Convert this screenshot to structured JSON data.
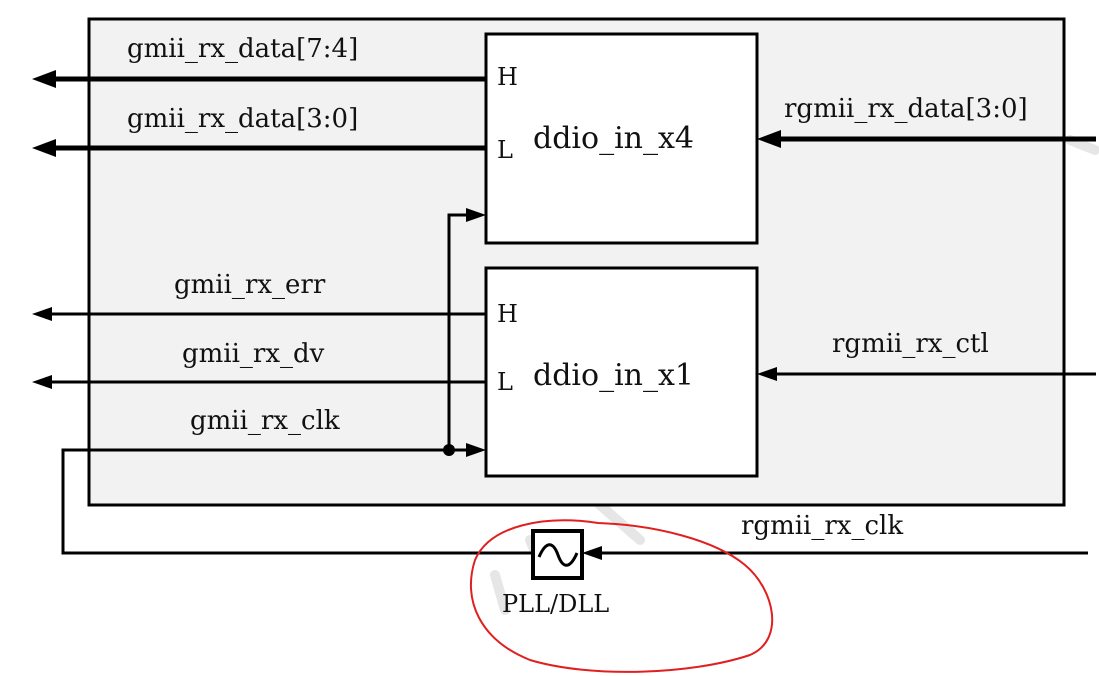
{
  "diagram": {
    "colors": {
      "line": "#000000",
      "module_fill": "#f2f2f2",
      "block_fill": "#ffffff",
      "annotation": "#e02020",
      "watermark": "#e4e4e4"
    },
    "blocks": {
      "ddio_x4": {
        "name": "ddio_in_x4",
        "pin_h": "H",
        "pin_l": "L"
      },
      "ddio_x1": {
        "name": "ddio_in_x1",
        "pin_h": "H",
        "pin_l": "L"
      }
    },
    "signals": {
      "gmii_rx_data_hi": "gmii_rx_data[7:4]",
      "gmii_rx_data_lo": "gmii_rx_data[3:0]",
      "gmii_rx_err": "gmii_rx_err",
      "gmii_rx_dv": "gmii_rx_dv",
      "gmii_rx_clk": "gmii_rx_clk",
      "rgmii_rx_data": "rgmii_rx_data[3:0]",
      "rgmii_rx_ctl": "rgmii_rx_ctl",
      "rgmii_rx_clk": "rgmii_rx_clk"
    },
    "pll": {
      "label": "PLL/DLL",
      "icon": "sine-wave-icon"
    }
  }
}
